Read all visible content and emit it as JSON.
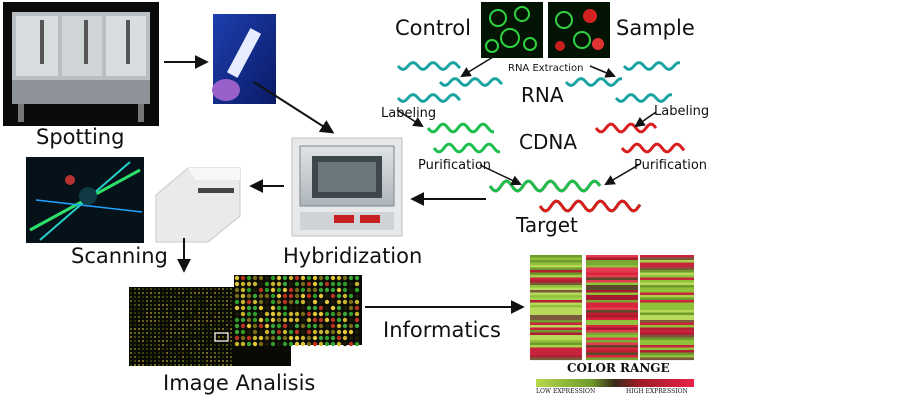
{
  "labels": {
    "spotting": "Spotting",
    "scanning": "Scanning",
    "hybridization": "Hybridization",
    "image_analysis": "Image Analisis",
    "informatics": "Informatics",
    "control": "Control",
    "sample": "Sample",
    "rna_extraction": "RNA Extraction",
    "rna": "RNA",
    "labeling_left": "Labeling",
    "labeling_right": "Labeling",
    "cdna": "CDNA",
    "purification_left": "Purification",
    "purification_right": "Purification",
    "target": "Target"
  },
  "legend": {
    "title": "COLOR RANGE",
    "low": "LOW EXPRESSION",
    "high": "HIGH EXPRESSION"
  },
  "colors": {
    "arrow": "#111111",
    "wave_teal": "#1aa3a3",
    "wave_green": "#1fbf4f",
    "wave_red": "#d81e1e",
    "heat_green": "#8fc23a",
    "heat_red": "#d8243c"
  }
}
